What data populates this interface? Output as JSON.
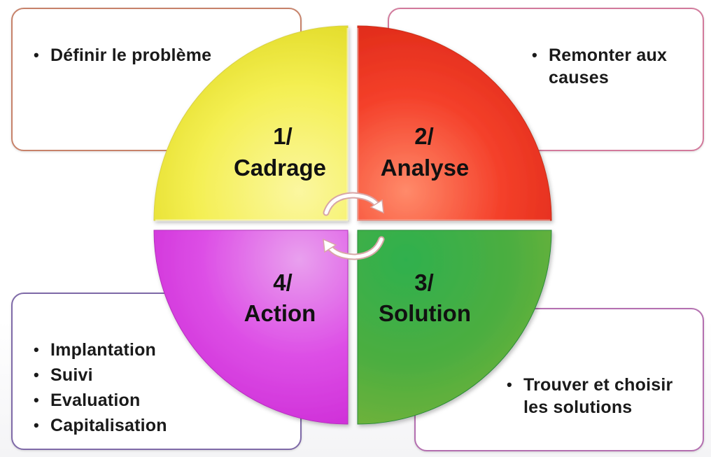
{
  "boxes": {
    "top_left": {
      "items": [
        "Définir le problème"
      ]
    },
    "top_right": {
      "items": [
        "Remonter aux",
        "causes"
      ]
    },
    "bottom_left": {
      "items": [
        "Implantation",
        "Suivi",
        "Evaluation",
        "Capitalisation"
      ]
    },
    "bottom_right": {
      "items": [
        "Trouver et choisir",
        "les solutions"
      ]
    }
  },
  "quadrants": {
    "cadrage": {
      "number": "1/",
      "name": "Cadrage",
      "color": "#f4ef52"
    },
    "analyse": {
      "number": "2/",
      "name": "Analyse",
      "color": "#f4402a"
    },
    "solution": {
      "number": "3/",
      "name": "Solution",
      "color": "#2fa64a"
    },
    "action": {
      "number": "4/",
      "name": "Action",
      "color": "#dd4fe6"
    }
  },
  "icons": {
    "cycle_top": "curved-arrow-right-icon",
    "cycle_bottom": "curved-arrow-left-icon"
  },
  "colors": {
    "arrow_fill": "#ffffff",
    "arrow_stroke": "#d8a6a6"
  }
}
